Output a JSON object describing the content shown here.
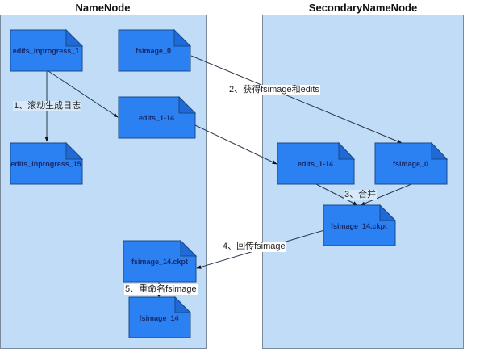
{
  "containers": {
    "namenode": {
      "title": "NameNode"
    },
    "secondary": {
      "title": "SecondaryNameNode"
    }
  },
  "documents": {
    "nn_edits_inprogress_1": "edits_inprogress_1",
    "nn_fsimage_0": "fsimage_0",
    "nn_edits_1_14": "edits_1-14",
    "nn_edits_inprogress_15": "edits_inprogress_15",
    "snn_edits_1_14": "edits_1-14",
    "snn_fsimage_0": "fsimage_0",
    "snn_fsimage_14_ckpt": "fsimage_14.ckpt",
    "nn_fsimage_14_ckpt": "fsimage_14.ckpt",
    "nn_fsimage_14": "fsimage_14"
  },
  "edges": {
    "step1": "1、滚动生成日志",
    "step2": "2、获得fsimage和edits",
    "step3": "3、合并",
    "step4": "4、回传fsimage",
    "step5": "5、重命名fsimage"
  },
  "colors": {
    "container_fill": "#c0dcf7",
    "doc_fill": "#2b80f2",
    "doc_stroke": "#1a4a8a",
    "doc_fold": "#1f6ad6"
  }
}
